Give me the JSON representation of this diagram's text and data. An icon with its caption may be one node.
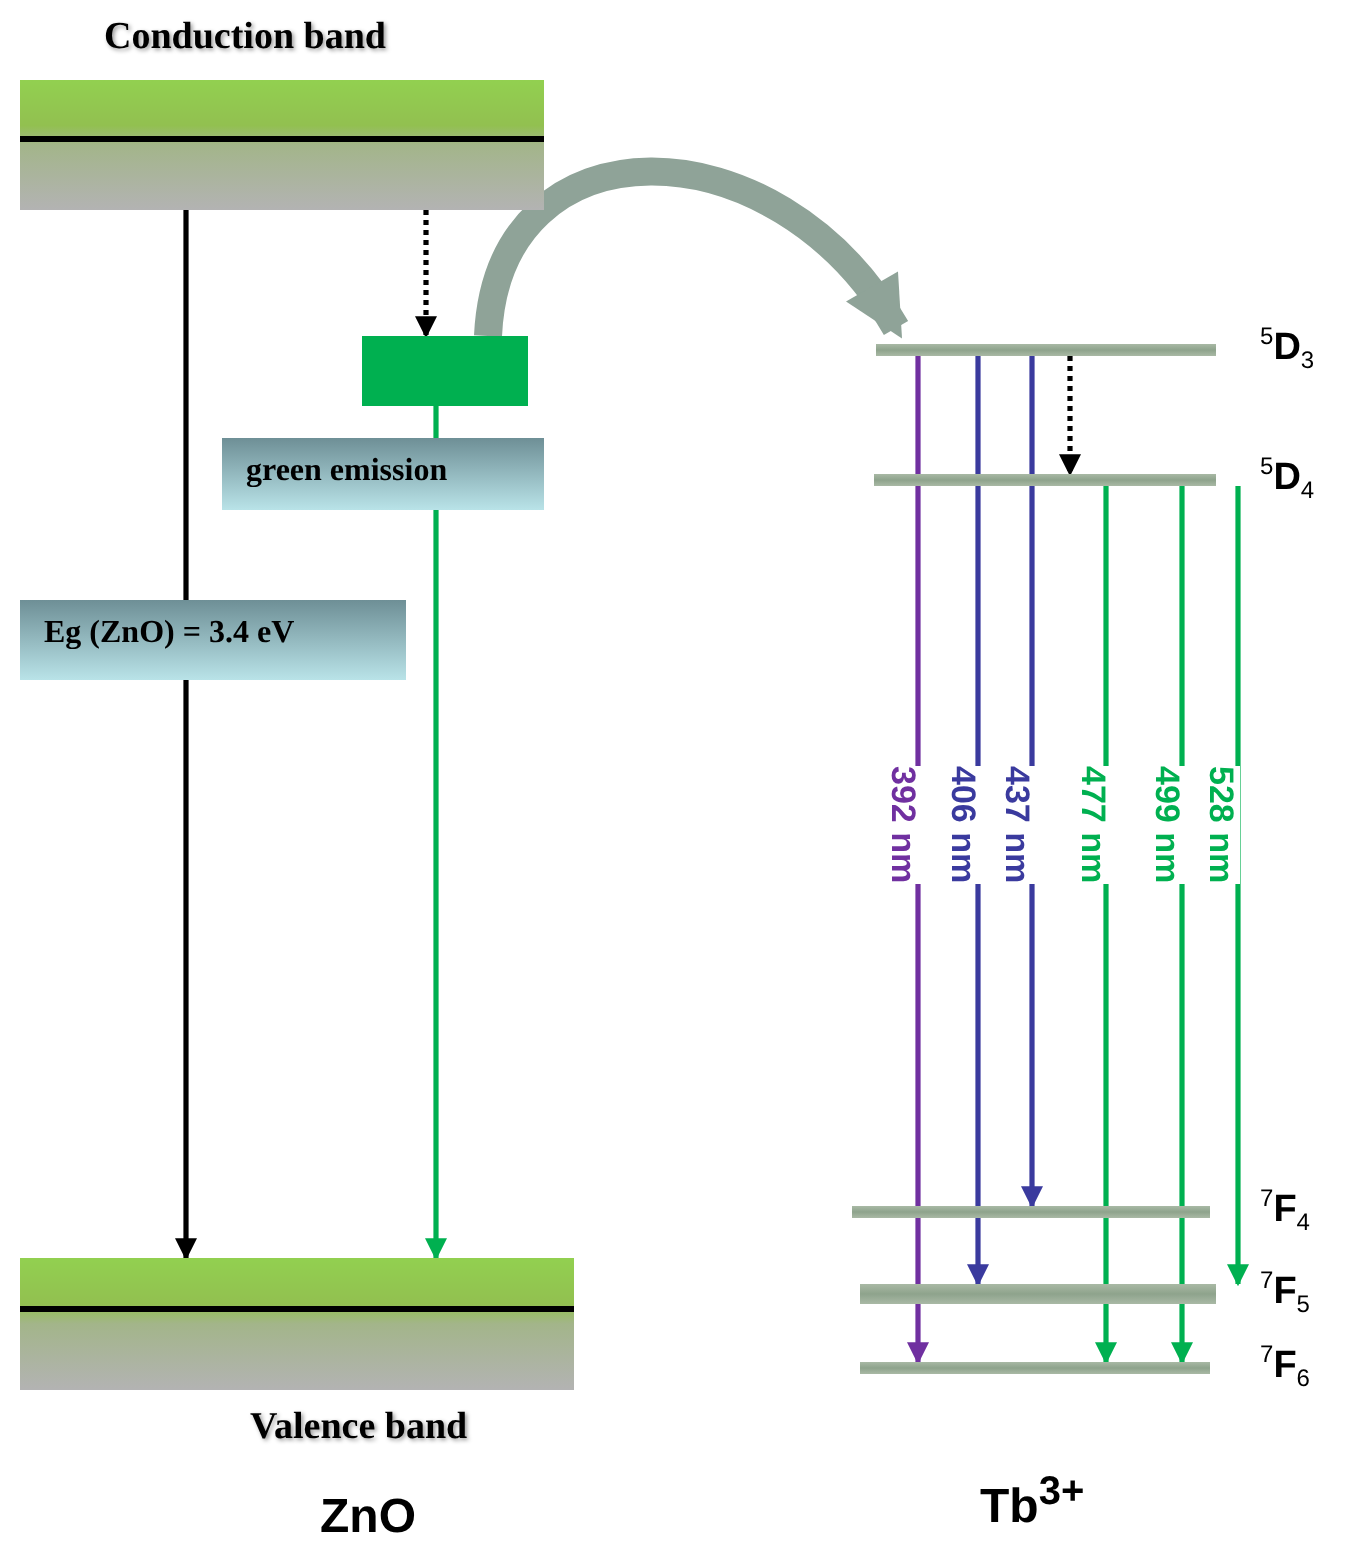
{
  "diagram": {
    "nodes": [
      {
        "text": [
          "Conduction band"
        ]
      },
      {
        "text": [
          "Valence band"
        ]
      },
      {
        "text": [],
        "shape": "box"
      },
      {
        "text": [
          "$^{5}$D$_{3}$"
        ]
      },
      {
        "text": [
          "$^{5}$D$_{4}$"
        ]
      },
      {
        "text": [
          "$^{7}$F$_{4}$"
        ]
      },
      {
        "text": [
          "$^{7}$F$_{5}$"
        ]
      },
      {
        "text": [
          "$^{7}$F$_{6}$"
        ]
      }
    ],
    "edges": [
      {
        "from": 0,
        "to": 1,
        "arrow": "to",
        "label": "Eg (ZnO) = 3.4 eV",
        "color": "#000000"
      },
      {
        "from": 0,
        "to": 2,
        "arrow": "to",
        "style": "dashed",
        "color": "#000000"
      },
      {
        "from": 2,
        "to": 1,
        "arrow": "to",
        "label": "green emission"
      },
      {
        "from": 2,
        "to": 3,
        "arrow": "to",
        "style": "thick",
        "color": "#8fa398"
      },
      {
        "from": 3,
        "to": 7,
        "arrow": "to",
        "label": "392 nm",
        "color": "#7030a0"
      },
      {
        "from": 3,
        "to": 6,
        "arrow": "to",
        "label": "406 nm",
        "color": "#3a3a9e"
      },
      {
        "from": 3,
        "to": 5,
        "arrow": "to",
        "label": "437 nm",
        "color": "#3a3a9e"
      },
      {
        "from": 3,
        "to": 4,
        "arrow": "to",
        "style": "dashed",
        "color": "#000000"
      },
      {
        "from": 4,
        "to": 7,
        "arrow": "to",
        "label": "477 nm"
      },
      {
        "from": 4,
        "to": 7,
        "arrow": "to",
        "label": "499 nm"
      },
      {
        "from": 4,
        "to": 6,
        "arrow": "to",
        "label": "528 nm"
      }
    ],
    "labels": [
      "ZnO",
      "Tb$^{3+}$"
    ]
  }
}
